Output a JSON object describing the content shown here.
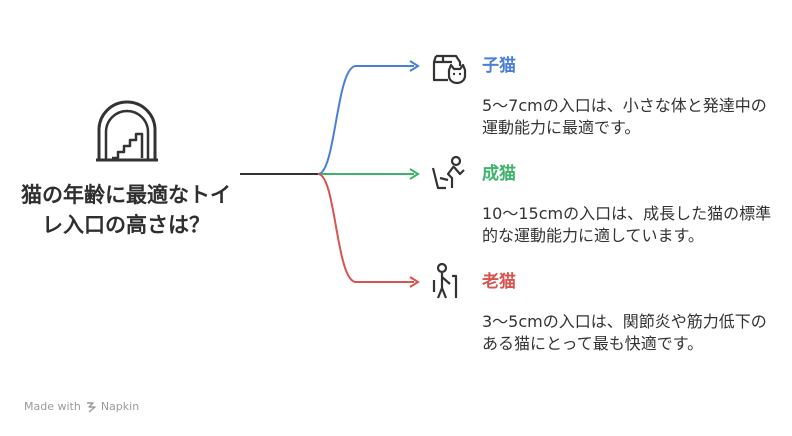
{
  "root": {
    "title": "猫の年齢に最適なトイレ入口の高さは？",
    "icon": "archway-stairs-icon"
  },
  "branches": [
    {
      "label": "子猫",
      "description": "5〜7cmの入口は、小さな体と発達中の運動能力に最適です。",
      "color": "#4a7fd8",
      "icon": "kitten-box-icon"
    },
    {
      "label": "成猫",
      "description": "10〜15cmの入口は、成長した猫の標準的な運動能力に適しています。",
      "color": "#3db36b",
      "icon": "adult-climbing-icon"
    },
    {
      "label": "老猫",
      "description": "3〜5cmの入口は、関節炎や筋力低下のある猫にとって最も快適です。",
      "color": "#d9534f",
      "icon": "elderly-person-icon"
    }
  ],
  "footer": {
    "made_with": "Made with",
    "brand": "Napkin"
  }
}
